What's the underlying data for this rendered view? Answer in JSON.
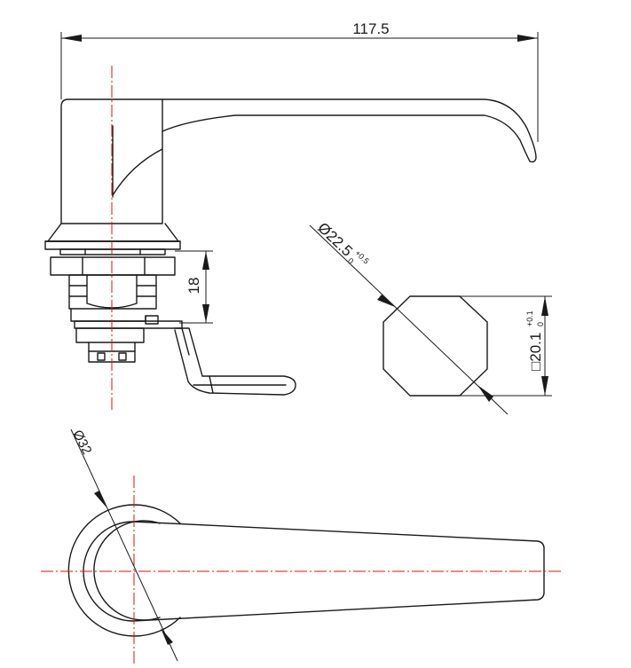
{
  "dimensions": {
    "overall_length": "117.5",
    "height": "18",
    "diameter_small": "Ø22.5",
    "diameter_small_tol_upper": "+0.5",
    "diameter_small_tol_lower": "0",
    "square_width": "□20.1",
    "square_tol_upper": "+0.1",
    "square_tol_lower": "0",
    "diameter_large": "Ø32"
  },
  "colors": {
    "outline": "#1a1a1a",
    "centerline": "#e01010",
    "background": "#ffffff"
  }
}
